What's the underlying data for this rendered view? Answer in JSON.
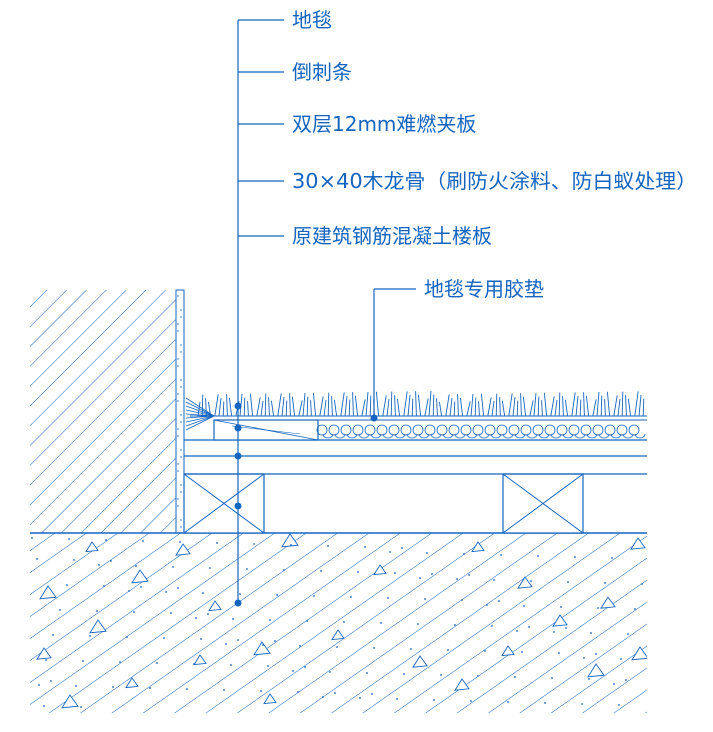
{
  "colors": {
    "line": "#1565c0",
    "background": "#ffffff"
  },
  "labels": {
    "carpet": "地毯",
    "gripper_strip": "倒刺条",
    "plywood": "双层12mm难燃夹板",
    "joist": "30×40木龙骨（刷防火涂料、防白蚁处理）",
    "slab": "原建筑钢筋混凝土楼板",
    "underlay": "地毯专用胶垫"
  }
}
